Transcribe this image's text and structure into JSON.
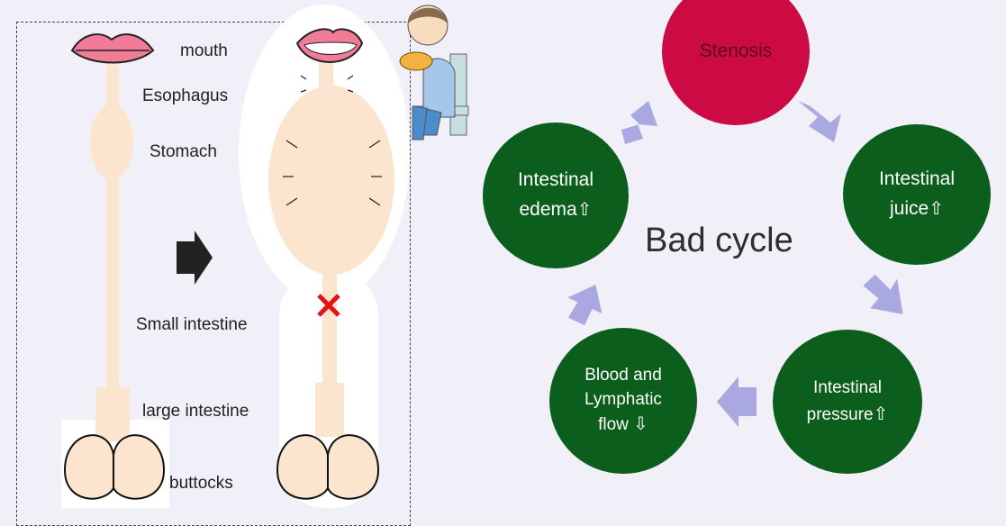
{
  "anatomy": {
    "labels": {
      "mouth": "mouth",
      "esophagus": "Esophagus",
      "stomach": "Stomach",
      "small_intestine": "Small intestine",
      "large_intestine": "large intestine",
      "buttocks": "buttocks"
    }
  },
  "cycle": {
    "title": "Bad cycle",
    "stenosis": "Stenosis",
    "intestinal_juice_line1": "Intestinal",
    "intestinal_juice_line2": "juice",
    "intestinal_pressure_line1": "Intestinal",
    "intestinal_pressure_line2": "pressure",
    "blood_line1": "Blood and",
    "blood_line2": "Lymphatic",
    "blood_line3": "flow",
    "edema_line1": "Intestinal",
    "edema_line2": "edema",
    "up_symbol": "⇧",
    "down_symbol": "⇩"
  },
  "colors": {
    "stenosis": "#cc0a44",
    "node_green": "#0b5e1b",
    "cycle_arrow": "#a9a8e0",
    "tissue": "#fbe5cf"
  }
}
